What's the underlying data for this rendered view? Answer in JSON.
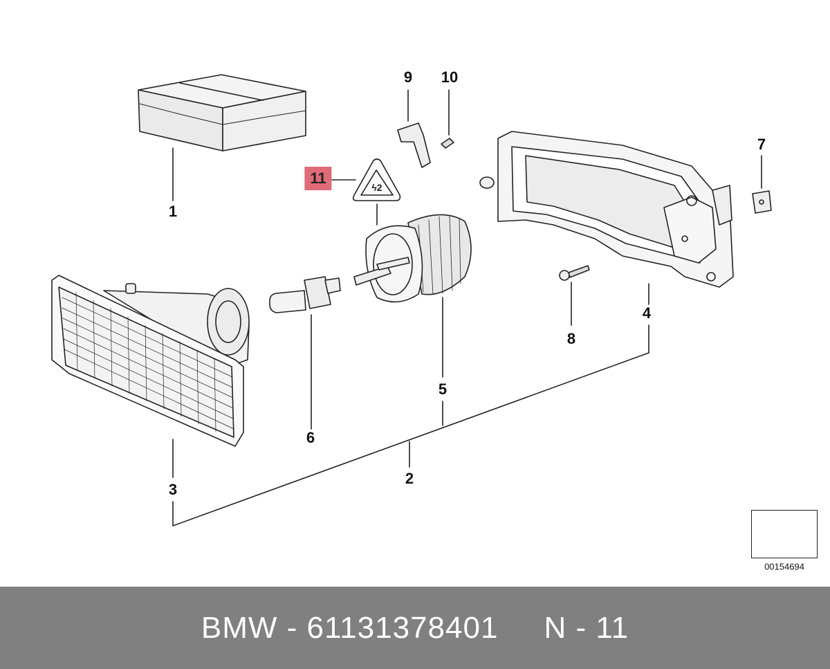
{
  "labels": {
    "p1": "1",
    "p2": "2",
    "p3": "3",
    "p4": "4",
    "p5": "5",
    "p6": "6",
    "p7": "7",
    "p8": "8",
    "p9": "9",
    "p10": "10",
    "p11": "11"
  },
  "highlight_color": "#e06b78",
  "reference_number": "00154694",
  "footer": {
    "text": "BMW - 61131378401     N - 11"
  }
}
